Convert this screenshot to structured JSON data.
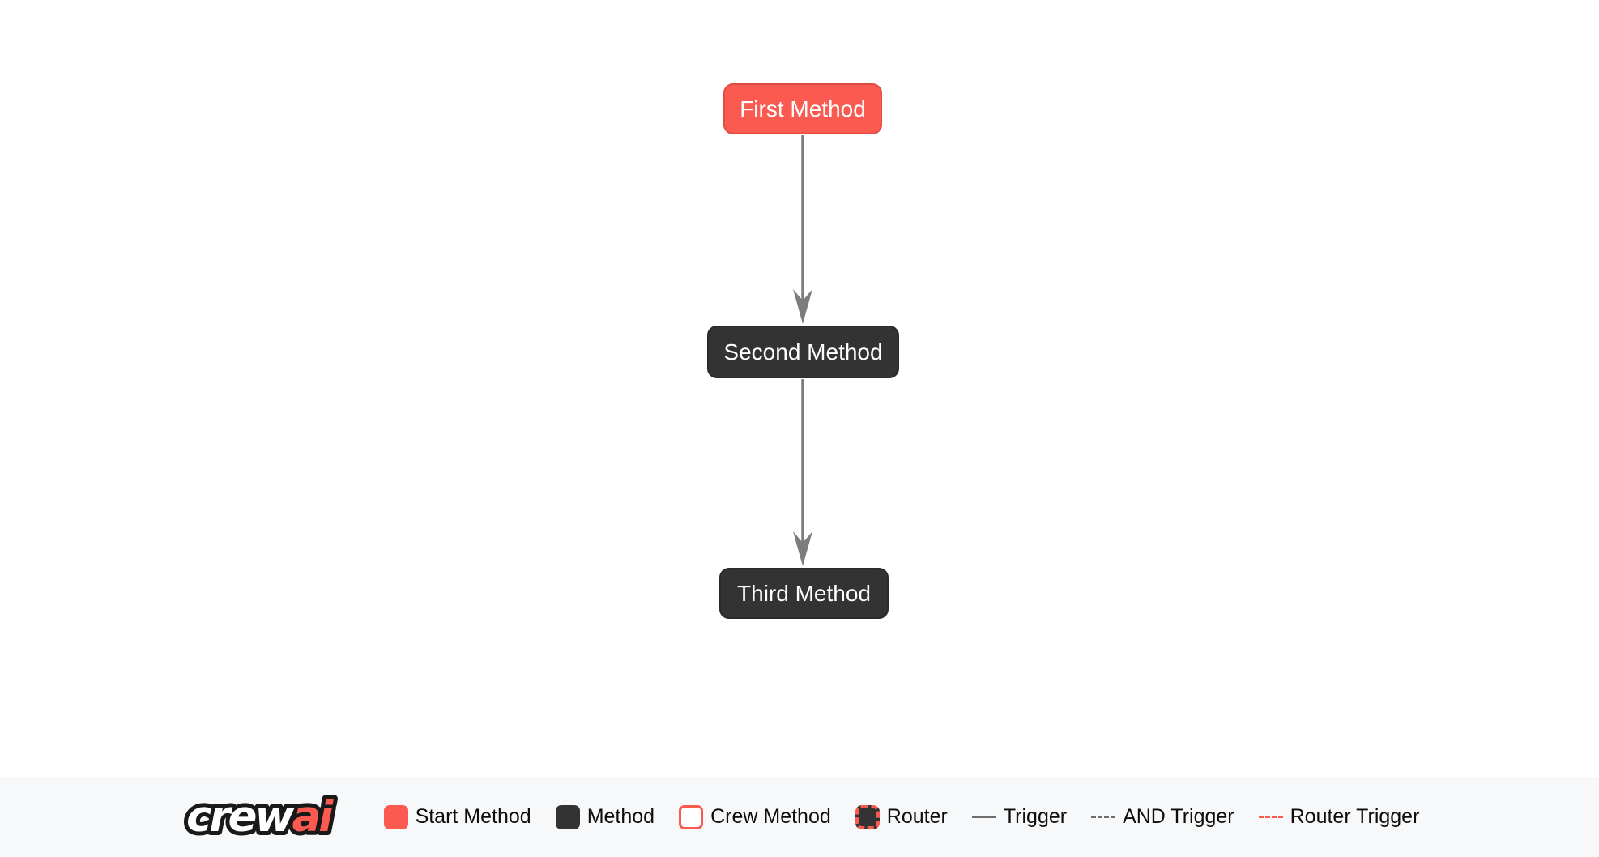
{
  "diagram": {
    "nodes": [
      {
        "label": "First Method",
        "type": "start-method"
      },
      {
        "label": "Second Method",
        "type": "method"
      },
      {
        "label": "Third Method",
        "type": "method"
      }
    ],
    "edges": [
      {
        "from": "First Method",
        "to": "Second Method",
        "type": "trigger"
      },
      {
        "from": "Second Method",
        "to": "Third Method",
        "type": "trigger"
      }
    ]
  },
  "legend": {
    "logo": {
      "full": "crewai",
      "crew": "crew",
      "ai": "ai"
    },
    "items": [
      {
        "label": "Start Method",
        "swatch": "start-method-square"
      },
      {
        "label": "Method",
        "swatch": "method-square"
      },
      {
        "label": "Crew Method",
        "swatch": "crew-method-outline-square"
      },
      {
        "label": "Router",
        "swatch": "router-dashed-square"
      },
      {
        "label": "Trigger",
        "swatch": "solid-line"
      },
      {
        "label": "AND Trigger",
        "swatch": "dashed-line"
      },
      {
        "label": "Router Trigger",
        "swatch": "red-dashed-line"
      }
    ]
  },
  "colors": {
    "page_background": "#FFFFFF",
    "start_method": "#FB5A50",
    "start_method_border": "#E04B42",
    "method": "#333333",
    "node_text": "#FFFFFF",
    "edge": "#7D7D7D",
    "legend_background": "#F7F8F9",
    "legend_text": "#0D0D0D",
    "accent_red": "#FB5A50",
    "trigger_line": "#6D6D6D"
  }
}
